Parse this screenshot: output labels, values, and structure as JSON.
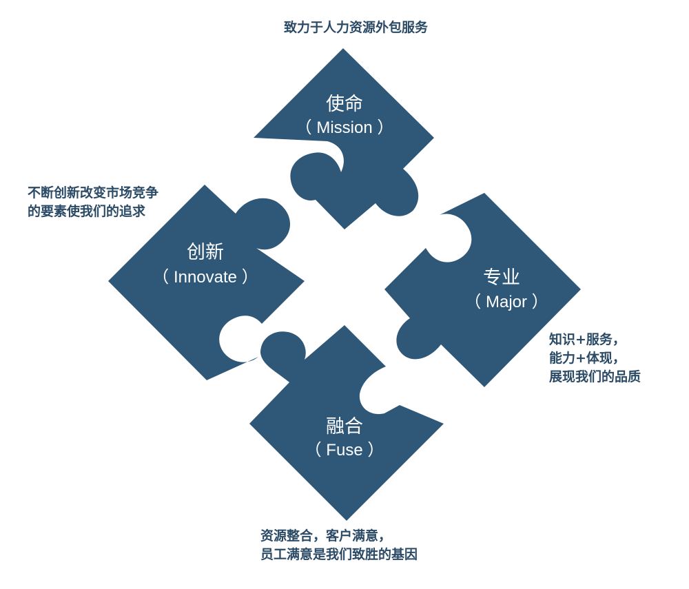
{
  "theme": {
    "piece_color": "#2e5778",
    "caption_color": "#2b4a66",
    "text_on_piece": "#ffffff"
  },
  "pieces": {
    "mission": {
      "title": "使命",
      "subtitle": "（ Mission ）"
    },
    "innovate": {
      "title": "创新",
      "subtitle": "（ Innovate ）"
    },
    "major": {
      "title": "专业",
      "subtitle": "（ Major ）"
    },
    "fuse": {
      "title": "融合",
      "subtitle": "（ Fuse ）"
    }
  },
  "captions": {
    "mission": [
      "致力于人力资源外包服务"
    ],
    "innovate": [
      "不断创新改变市场竞争",
      "的要素使我们的追求"
    ],
    "major": [
      "知识+服务，",
      "能力+体现，",
      "展现我们的品质"
    ],
    "fuse": [
      "资源整合，客户满意，",
      "员工满意是我们致胜的基因"
    ]
  }
}
